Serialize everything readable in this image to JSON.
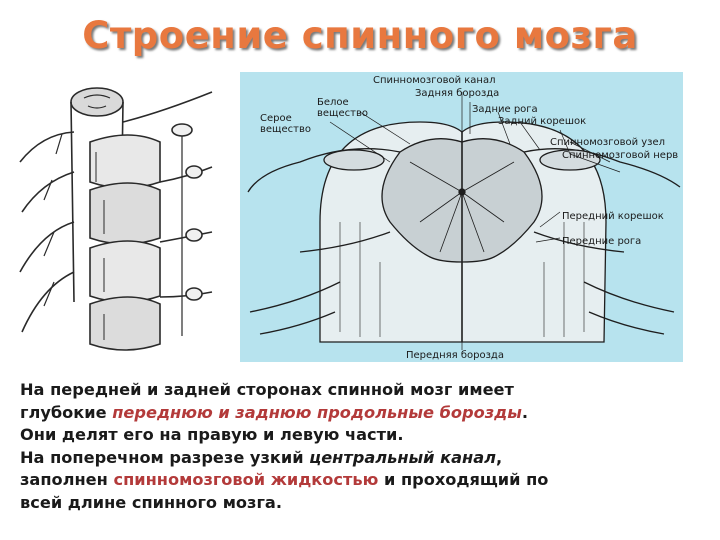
{
  "title": "Строение спинного мозга",
  "diagram": {
    "labels": {
      "canal_top": "Спинномозговой канал",
      "posterior_sulcus": "Задняя борозда",
      "white_matter_l1": "Белое",
      "white_matter_l2": "вещество",
      "gray_matter_l1": "Серое",
      "gray_matter_l2": "вещество",
      "posterior_horns": "Задние рога",
      "posterior_root": "Задний корешок",
      "spinal_ganglion": "Спинномозговой узел",
      "spinal_nerve": "Спинномозговой нерв",
      "anterior_root": "Передний корешок",
      "anterior_horns": "Передние рога",
      "anterior_fissure": "Передняя борозда"
    }
  },
  "body": {
    "l1": "На передней и задней сторонах спинной мозг имеет",
    "l2a": "глубокие ",
    "l2b": "переднюю и заднюю продольные борозды",
    "l2c": ".",
    "l3": "Они делят его на правую и левую части.",
    "l4a": "На поперечном разрезе узкий ",
    "l4b": "центральный канал",
    "l4c": ",",
    "l5a": "заполнен ",
    "l5b": "спинномозговой жидкостью",
    "l5c": " и проходящий по",
    "l6": "всей длине спинного мозга."
  }
}
